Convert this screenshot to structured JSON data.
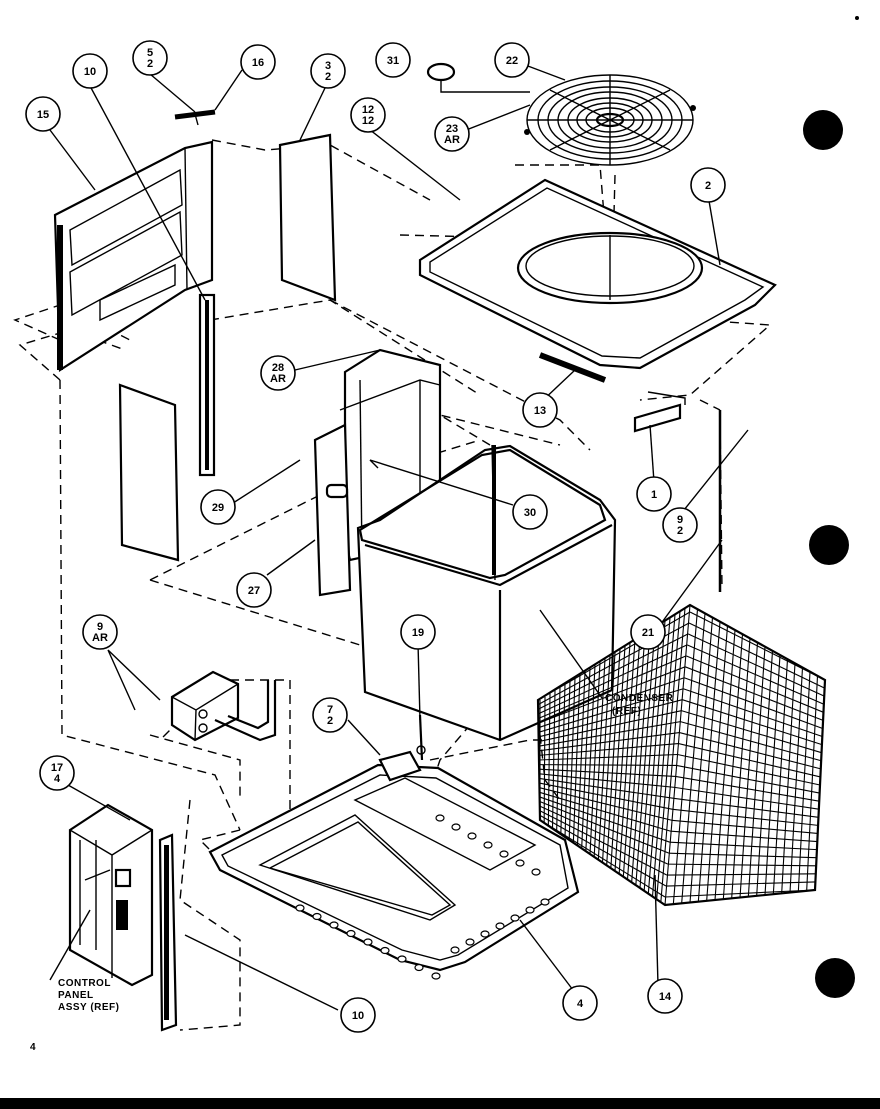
{
  "callouts": [
    {
      "id": "c15",
      "lines": [
        "15"
      ]
    },
    {
      "id": "c10a",
      "lines": [
        "10"
      ]
    },
    {
      "id": "c5",
      "lines": [
        "5",
        "2"
      ]
    },
    {
      "id": "c16",
      "lines": [
        "16"
      ]
    },
    {
      "id": "c3",
      "lines": [
        "3",
        "2"
      ]
    },
    {
      "id": "c31",
      "lines": [
        "31"
      ]
    },
    {
      "id": "c22",
      "lines": [
        "22"
      ]
    },
    {
      "id": "c12",
      "lines": [
        "12",
        "12"
      ]
    },
    {
      "id": "c23",
      "lines": [
        "23",
        "AR"
      ]
    },
    {
      "id": "c2",
      "lines": [
        "2"
      ]
    },
    {
      "id": "c28",
      "lines": [
        "28",
        "AR"
      ]
    },
    {
      "id": "c13",
      "lines": [
        "13"
      ]
    },
    {
      "id": "c1",
      "lines": [
        "1"
      ]
    },
    {
      "id": "c29",
      "lines": [
        "29"
      ]
    },
    {
      "id": "c30",
      "lines": [
        "30"
      ]
    },
    {
      "id": "c9b",
      "lines": [
        "9",
        "2"
      ]
    },
    {
      "id": "c27",
      "lines": [
        "27"
      ]
    },
    {
      "id": "c21",
      "lines": [
        "21"
      ]
    },
    {
      "id": "c9a",
      "lines": [
        "9",
        "AR"
      ]
    },
    {
      "id": "c19",
      "lines": [
        "19"
      ]
    },
    {
      "id": "c7",
      "lines": [
        "7",
        "2"
      ]
    },
    {
      "id": "c17",
      "lines": [
        "17",
        "4"
      ]
    },
    {
      "id": "c10b",
      "lines": [
        "10"
      ]
    },
    {
      "id": "c4",
      "lines": [
        "4"
      ]
    },
    {
      "id": "c14",
      "lines": [
        "14"
      ]
    }
  ],
  "ref_labels": {
    "condenser": [
      "CONDENSER",
      "(REF)"
    ],
    "control_panel": [
      "CONTROL",
      "PANEL",
      "ASSY (REF)"
    ]
  },
  "page_number": "4",
  "colors": {
    "ink": "#000000",
    "paper": "#ffffff"
  }
}
